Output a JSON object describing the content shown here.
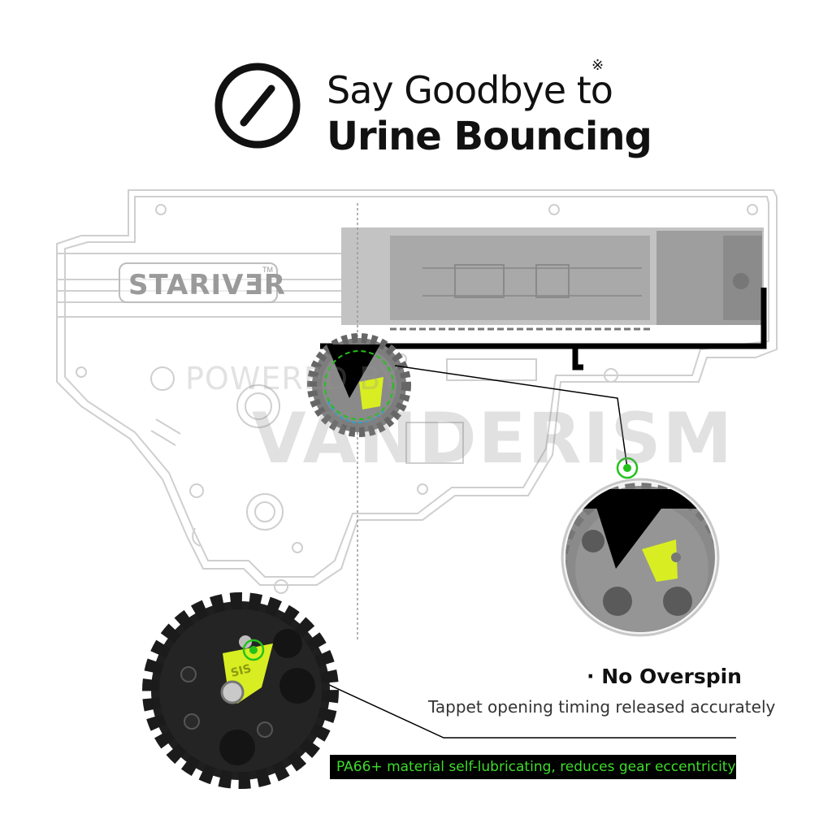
{
  "title": {
    "line1": "Say Goodbye to",
    "mark": "※",
    "line2": "Urine Bouncing",
    "icon": "prohibited-icon"
  },
  "brand": {
    "name": "STARIVƎR",
    "tm": "TM"
  },
  "watermark": {
    "small": "POWERED BY",
    "big": "VANDERISM"
  },
  "gear_label": "SIS",
  "feature": {
    "title": "· No Overspin",
    "description": "Tappet opening timing released accurately"
  },
  "banner": "PA66+ material self-lubricating, reduces gear eccentricity",
  "colors": {
    "accent_green": "#22c21a",
    "yellow_part": "#d8ee22",
    "gear_dark": "#1b1b1b",
    "gear_grey": "#8a8a8a",
    "outline": "#c8c8c8"
  }
}
